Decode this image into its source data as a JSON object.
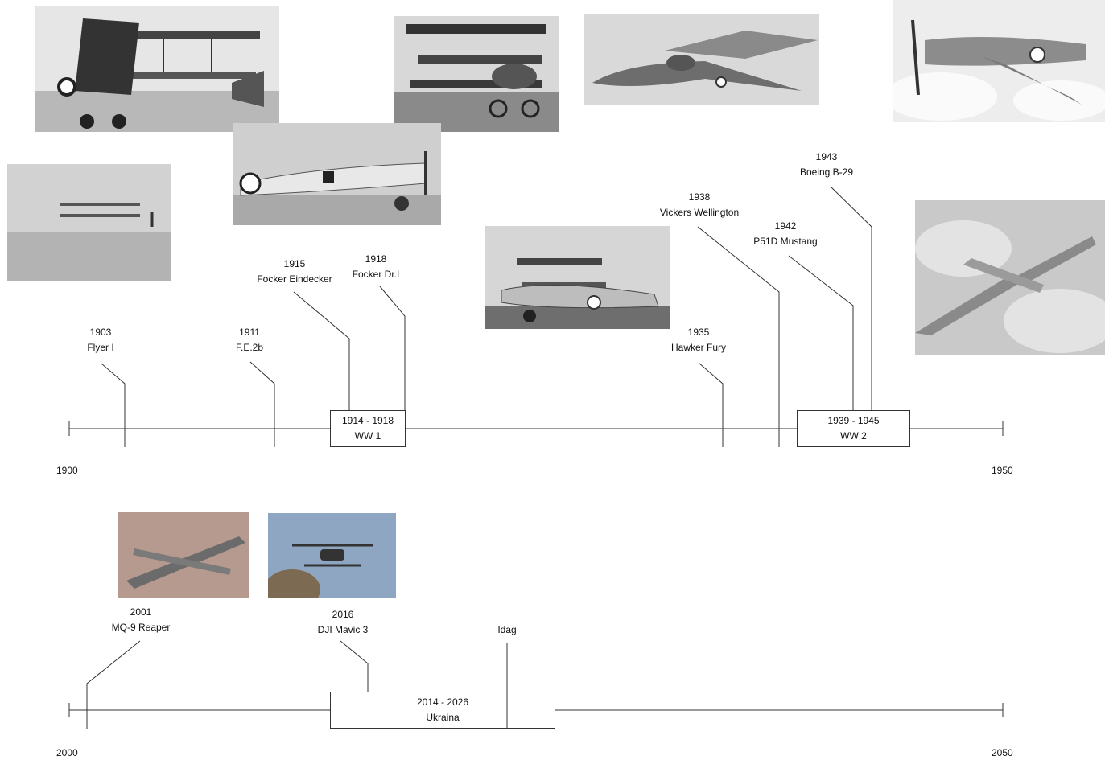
{
  "timelines": [
    {
      "start": "1900",
      "end": "1950",
      "periods": [
        {
          "years": "1914 - 1918",
          "name": "WW 1"
        },
        {
          "years": "1939 - 1945",
          "name": "WW 2"
        }
      ],
      "events": [
        {
          "year": "1903",
          "name": "Flyer I"
        },
        {
          "year": "1911",
          "name": "F.E.2b"
        },
        {
          "year": "1915",
          "name": "Focker Eindecker"
        },
        {
          "year": "1918",
          "name": "Focker Dr.I"
        },
        {
          "year": "1935",
          "name": "Hawker Fury"
        },
        {
          "year": "1938",
          "name": "Vickers Wellington"
        },
        {
          "year": "1942",
          "name": "P51D Mustang"
        },
        {
          "year": "1943",
          "name": "Boeing B-29"
        }
      ]
    },
    {
      "start": "2000",
      "end": "2050",
      "periods": [
        {
          "years": "2014 - 2026",
          "name": "Ukraina"
        }
      ],
      "events": [
        {
          "year": "2001",
          "name": "MQ-9 Reaper"
        },
        {
          "year": "2016",
          "name": "DJI Mavic 3"
        },
        {
          "year": "",
          "name": "Idag"
        }
      ]
    }
  ]
}
